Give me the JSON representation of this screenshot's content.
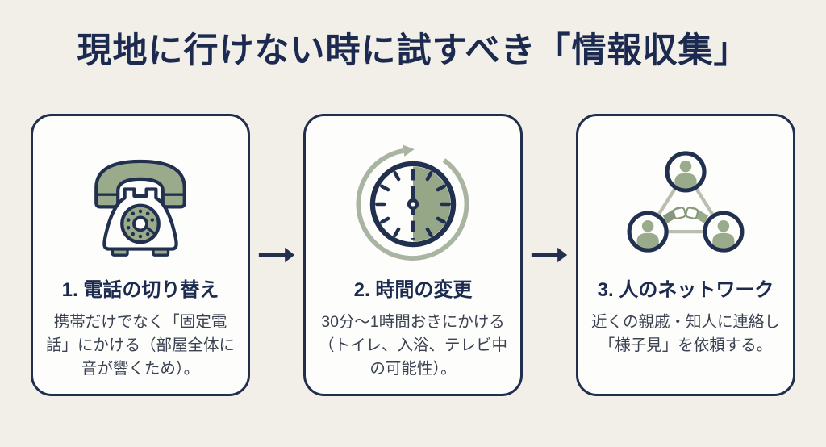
{
  "title": "現地に行けない時に試すべき「情報収集」",
  "steps": [
    {
      "icon": "rotary-phone-icon",
      "title": "1. 電話の切り替え",
      "description": "携帯だけでなく「固定電話」にかける（部屋全体に音が響くため）。"
    },
    {
      "icon": "countdown-clock-icon",
      "title": "2. 時間の変更",
      "description": "30分〜1時間おきにかける（トイレ、入浴、テレビ中の可能性）。"
    },
    {
      "icon": "people-network-icon",
      "title": "3. 人のネットワーク",
      "description": "近くの親戚・知人に連絡し「様子見」を依頼する。"
    }
  ],
  "colors": {
    "background": "#f2efe8",
    "navy": "#1c2a50",
    "sage_green": "#9aab8b",
    "sage_light": "#a9b4a1",
    "card_background": "#fdfdfb",
    "body_text": "#3a4150"
  }
}
